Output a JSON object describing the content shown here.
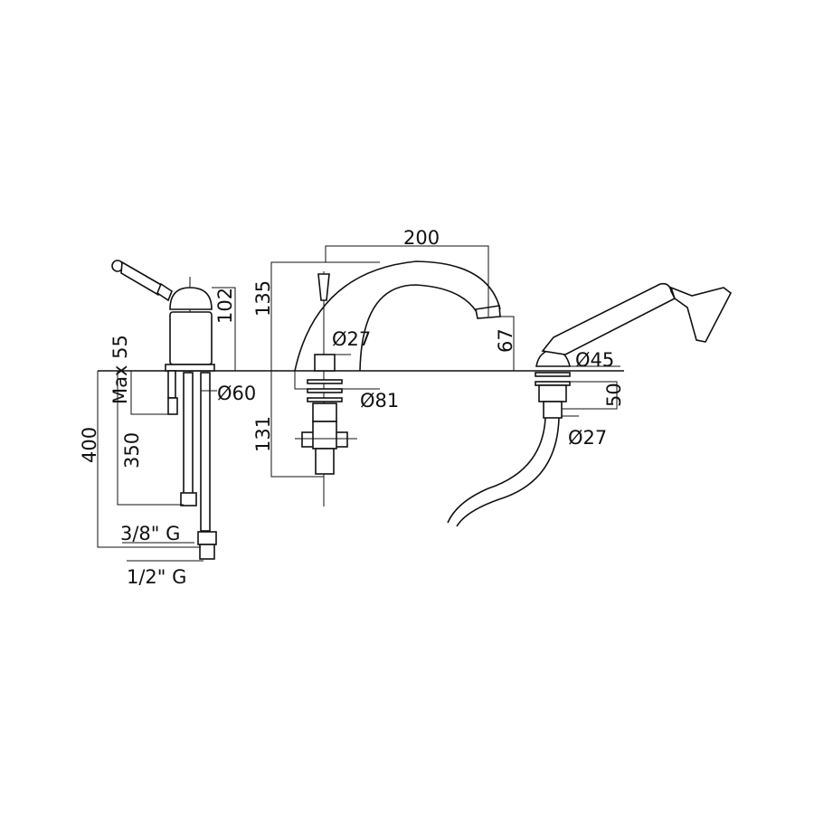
{
  "dimensions": {
    "spout_reach": "200",
    "spout_height": "135",
    "valve_height": "102",
    "spout_outlet_height": "67",
    "max_deck_thickness": "Max 55",
    "below_deck_spout": "131",
    "hose_length_400": "400",
    "hose_length_350": "350",
    "valve_diameter": "Ø60",
    "spout_stem_diameter": "Ø27",
    "spout_base_diameter": "Ø81",
    "shower_base_diameter": "Ø45",
    "shower_below_deck": "50",
    "shower_stem_diameter": "Ø27",
    "thread_small": "3/8\" G",
    "thread_large": "1/2\" G"
  }
}
